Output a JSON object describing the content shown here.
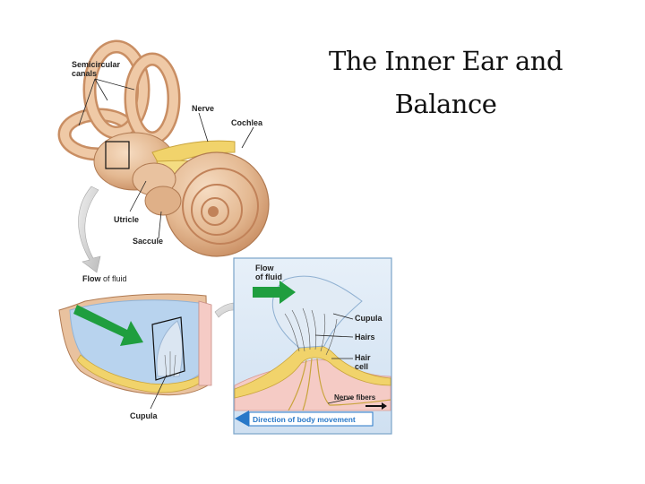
{
  "slide": {
    "title_line1": "The Inner Ear and",
    "title_line2": "Balance"
  },
  "diagram_top": {
    "semicircular_canals_line1": "Semicircular",
    "semicircular_canals_line2": "canals",
    "nerve": "Nerve",
    "cochlea": "Cochlea",
    "utricle": "Utricle",
    "saccule": "Saccule"
  },
  "diagram_left": {
    "flow_bold": "Flow",
    "flow_rest": " of fluid",
    "cupula": "Cupula"
  },
  "diagram_right": {
    "flow_line1": "Flow",
    "flow_line2": "of fluid",
    "cupula": "Cupula",
    "hairs": "Hairs",
    "hair_cell_line1": "Hair",
    "hair_cell_line2": "cell",
    "nerve_fibers": "Nerve fibers",
    "direction": "Direction of body movement"
  },
  "colors": {
    "panel_bg": "#dbe9f6",
    "fluid_blue": "#b8d3ee",
    "bone_tan": "#e4b992",
    "bone_dark": "#c98e63",
    "nerve_yellow": "#f1d36b",
    "tissue_pink": "#f5cbc5",
    "arrow_green": "#1f9e3f",
    "direction_blue": "#2878c8"
  }
}
